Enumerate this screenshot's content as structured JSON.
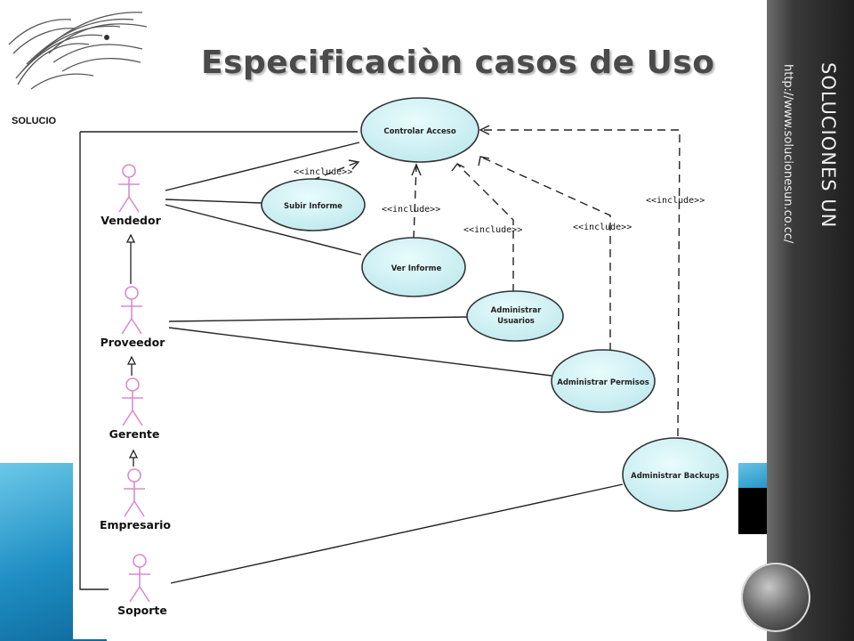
{
  "slide": {
    "title": "Especificaciòn casos de Uso",
    "brand": "SOLUCIONES UN",
    "url": "http://www.solucionesun.co.cc/",
    "logo_text": "SOLUCIO"
  },
  "diagram": {
    "actors": {
      "vendedor": "Vendedor",
      "proveedor": "Proveedor",
      "gerente": "Gerente",
      "empresario": "Empresario",
      "soporte": "Soporte"
    },
    "use_cases": {
      "controlar_acceso": "Controlar Acceso",
      "subir_informe": "Subir Informe",
      "ver_informe": "Ver Informe",
      "administrar_usuarios_1": "Administrar",
      "administrar_usuarios_2": "Usuarios",
      "administrar_permisos": "Administrar Permisos",
      "administrar_backups": "Administrar Backups"
    },
    "include_label": "<<include>>"
  },
  "colors": {
    "use_case_fill": "#d4f2f4",
    "actor_stroke": "#d98ad2",
    "sidebar": "#2a2a2a"
  }
}
